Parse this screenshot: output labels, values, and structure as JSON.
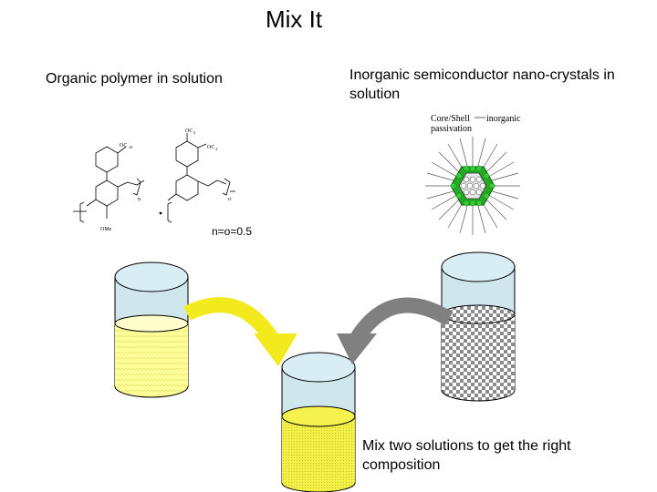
{
  "slide": {
    "title": "Mix It",
    "organic_label": "Organic polymer in solution",
    "inorganic_label": "Inorganic semiconductor nano-crystals in solution",
    "ratio_label": "n=o=0.5",
    "mix_label": "Mix two solutions to get the right composition"
  },
  "structures": {
    "polymer_subs": [
      "OC",
      "OC",
      "OC",
      "OMe"
    ],
    "polymer_subscripts": [
      "10",
      "4",
      "4"
    ],
    "repeat_subscripts": [
      "n",
      "o"
    ],
    "nanocrystal_labels": [
      "Core/Shell",
      "inorganic",
      "passivation"
    ]
  },
  "colors": {
    "yellow_liquid": "#ffff99",
    "mixed_liquid": "#f2f040",
    "container": "#cfe6ec",
    "arrow_yellow": "#f2ea1c",
    "arrow_gray": "#808080",
    "shell_green": "#22aa22"
  },
  "icons": [
    "beaker-icon",
    "curved-arrow-icon",
    "nanocrystal-icon",
    "polymer-structure-icon"
  ]
}
